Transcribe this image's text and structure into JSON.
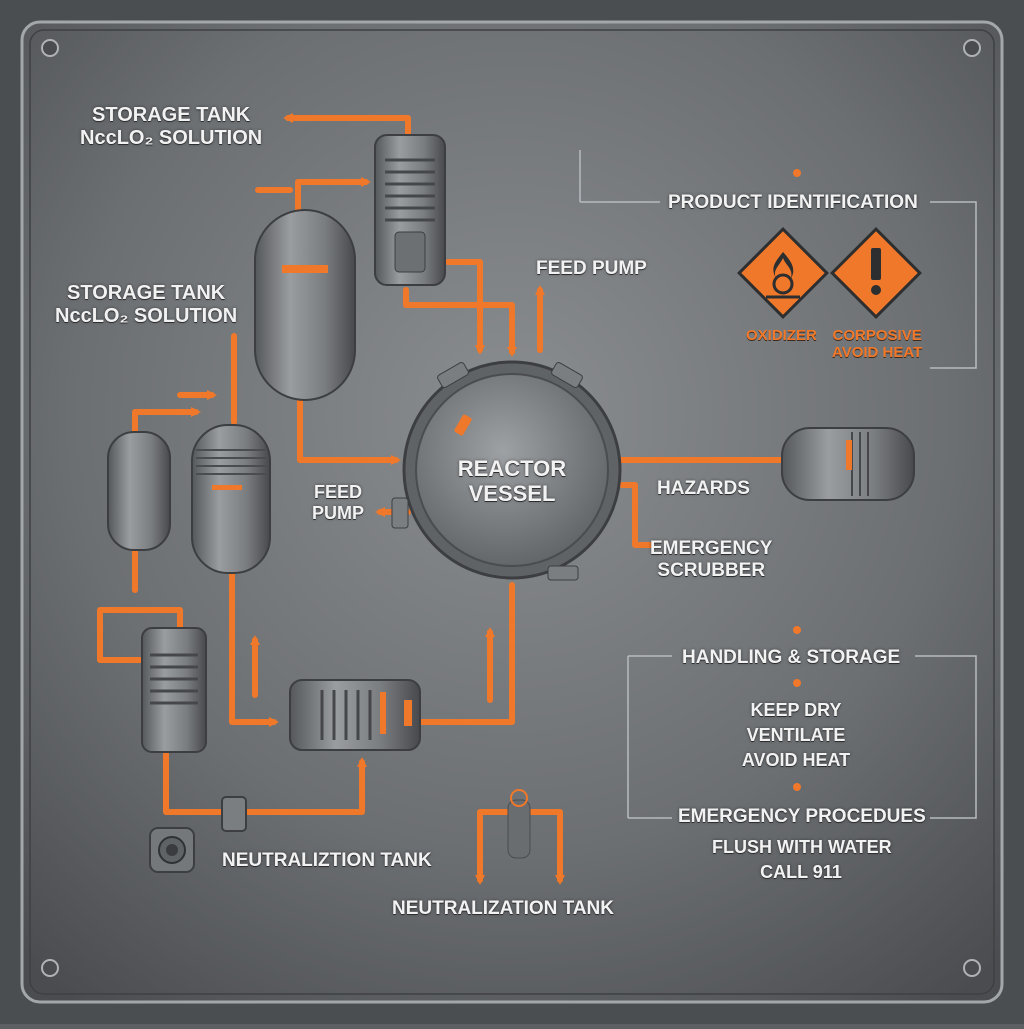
{
  "labels": {
    "storage_tank_top_1": "STORAGE TANK",
    "storage_tank_top_2": "NccLO₂ SOLUTION",
    "storage_tank_left_1": "STORAGE TANK",
    "storage_tank_left_2": "NccLO₂ SOLUTION",
    "feed_pump_right": "FEED PUMP",
    "feed_pump_left_1": "FEED",
    "feed_pump_left_2": "PUMP",
    "reactor_1": "REACTOR",
    "reactor_2": "VESSEL",
    "hazards": "HAZARDS",
    "emergency_scrubber_1": "EMERGENCY",
    "emergency_scrubber_2": "SCRUBBER",
    "neutralization_left": "NEUTRALIZTION TANK",
    "neutralization_bottom": "NEUTRALIZATION TANK"
  },
  "panel": {
    "product_identification": "PRODUCT IDENTIFICATION",
    "oxidizer": "OXIDIZER",
    "corrosive": "CORPOSIVE",
    "avoid_heat_hazard": "AVOID HEAT",
    "handling_storage": "HANDLING & STORAGE",
    "keep_dry": "KEEP DRY",
    "ventilate": "VENTILATE",
    "avoid_heat": "AVOID HEAT",
    "emergency_procedures": "EMERGENCY PROCEDUES",
    "flush_with_water": "FLUSH WITH WATER",
    "call_911": "CALL 911"
  },
  "colors": {
    "accent": "#f0782a",
    "metal": "#7b7e81",
    "plate": "#5d6063",
    "text": "#f2f2f2"
  },
  "icons": [
    "flame-over-circle-icon",
    "exclamation-icon"
  ]
}
